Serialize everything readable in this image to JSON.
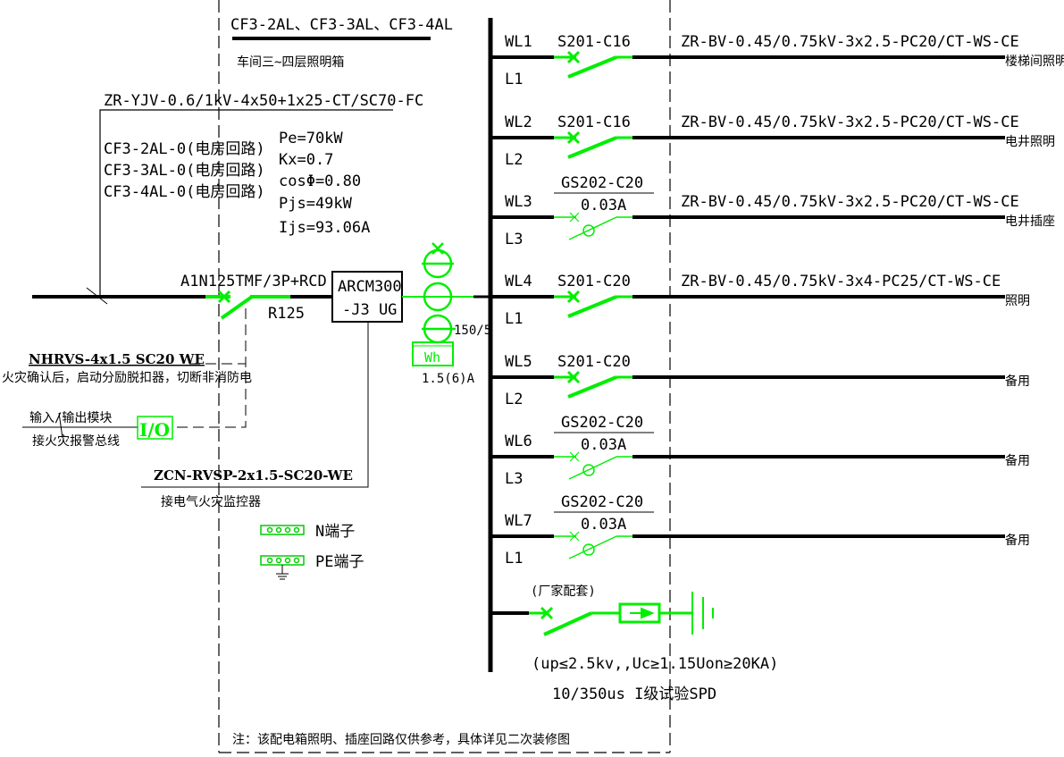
{
  "panel": {
    "title": "CF3-2AL、CF3-3AL、CF3-4AL",
    "subtitle": "车间三~四层照明箱",
    "incoming_cable": "ZR-YJV-0.6/1kV-4x50+1x25-CT/SC70-FC",
    "sources": [
      "CF3-2AL-0(电房回路)",
      "CF3-3AL-0(电房回路)",
      "CF3-4AL-0(电房回路)"
    ],
    "params": [
      "Pe=70kW",
      "Kx=0.7",
      "cosΦ=0.80",
      "Pjs=49kW",
      "Ijs=93.06A"
    ],
    "main_breaker": "A1N125TMF/3P+RCD",
    "main_breaker_rating": "R125",
    "monitor": {
      "line1": "ARCM300",
      "line2": "-J3 UG"
    },
    "ct_ratio": "150/5",
    "meter": {
      "label": "Wh",
      "rating": "1.5(6)A"
    },
    "shunt_cable": "NHRVS-4x1.5 SC20 WE",
    "shunt_note": "火灾确认后，启动分励脱扣器，切断非消防电",
    "io_module": {
      "label": "I/O",
      "top": "输入/输出模块",
      "bottom": "接火灾报警总线"
    },
    "monitor_cable": "ZCN-RVSP-2x1.5-SC20-WE",
    "monitor_note": "接电气火灾监控器",
    "n_terminal": "N端子",
    "pe_terminal": "PE端子",
    "note": "注：该配电箱照明、插座回路仅供参考，具体详见二次装修图",
    "colors": {
      "device": "#00ee00",
      "line": "#000000"
    }
  },
  "circuits": [
    {
      "id": "WL1",
      "phase": "L1",
      "breaker": "S201-C16",
      "type": "mcb",
      "cable": "ZR-BV-0.45/0.75kV-3x2.5-PC20/CT-WS-CE",
      "load": "楼梯间照明"
    },
    {
      "id": "WL2",
      "phase": "L2",
      "breaker": "S201-C16",
      "type": "mcb",
      "cable": "ZR-BV-0.45/0.75kV-3x2.5-PC20/CT-WS-CE",
      "load": "电井照明"
    },
    {
      "id": "WL3",
      "phase": "L3",
      "breaker": "GS202-C20",
      "rcd": "0.03A",
      "type": "rcbo",
      "cable": "ZR-BV-0.45/0.75kV-3x2.5-PC20/CT-WS-CE",
      "load": "电井插座"
    },
    {
      "id": "WL4",
      "phase": "L1",
      "breaker": "S201-C20",
      "type": "mcb",
      "cable": "ZR-BV-0.45/0.75kV-3x4-PC25/CT-WS-CE",
      "load": "照明"
    },
    {
      "id": "WL5",
      "phase": "L2",
      "breaker": "S201-C20",
      "type": "mcb",
      "cable": "",
      "load": "备用"
    },
    {
      "id": "WL6",
      "phase": "L3",
      "breaker": "GS202-C20",
      "rcd": "0.03A",
      "type": "rcbo",
      "cable": "",
      "load": "备用"
    },
    {
      "id": "WL7",
      "phase": "L1",
      "breaker": "GS202-C20",
      "rcd": "0.03A",
      "type": "rcbo",
      "cable": "",
      "load": "备用"
    }
  ],
  "spd": {
    "supplier": "(厂家配套)",
    "spec": "(up≤2.5kv,,Uc≥1.15Uon≥20KA)",
    "class": "10/350us  I级试验SPD"
  }
}
